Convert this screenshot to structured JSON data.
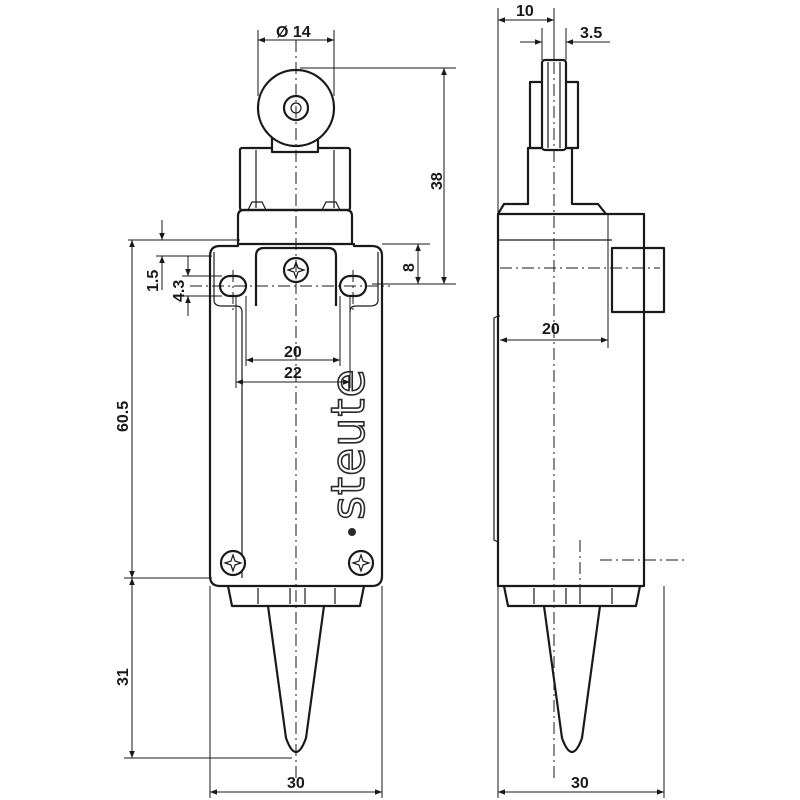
{
  "brand": "steute",
  "front_view": {
    "roller_diameter": "Ø 14",
    "overall_height": "38",
    "slot_offset": "8",
    "hole_offset_small": "1.5",
    "hole_offset": "4.3",
    "hole_spacing_inner": "20",
    "hole_spacing_outer": "22",
    "body_height": "60.5",
    "gland_length": "31",
    "width": "30"
  },
  "side_view": {
    "plunger_offset": "10",
    "roller_width": "3.5",
    "depth": "20",
    "width": "30"
  }
}
